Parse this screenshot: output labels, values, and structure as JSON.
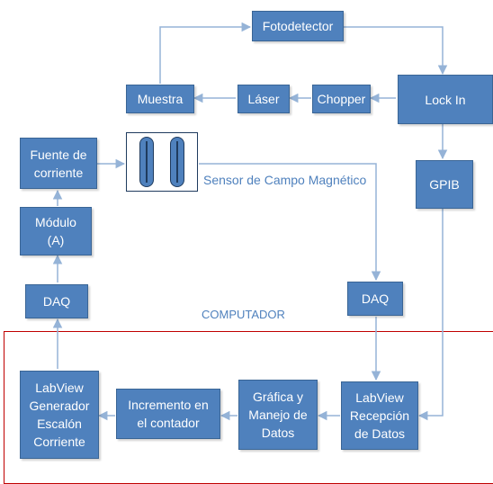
{
  "diagram": {
    "nodes": {
      "fotodetector": "Fotodetector",
      "muestra": "Muestra",
      "laser": "Láser",
      "chopper": "Chopper",
      "lockin": "Lock In",
      "fuente": "Fuente de\ncorriente",
      "gpib": "GPIB",
      "modulo": "Módulo\n(A)",
      "daq_left": "DAQ",
      "daq_right": "DAQ",
      "labview_gen": "LabView\nGenerador\nEscalón\nCorriente",
      "incremento": "Incremento en\nel contador",
      "grafica": "Gráfica y\nManejo de\nDatos",
      "labview_rec": "LabView\nRecepción\nde Datos"
    },
    "labels": {
      "sensor": "Sensor de Campo Magnético",
      "computador": "COMPUTADOR"
    },
    "colors": {
      "box_fill": "#4f81bd",
      "box_text": "#ffffff",
      "arrow": "#95b3d7",
      "frame": "#c00000"
    }
  }
}
